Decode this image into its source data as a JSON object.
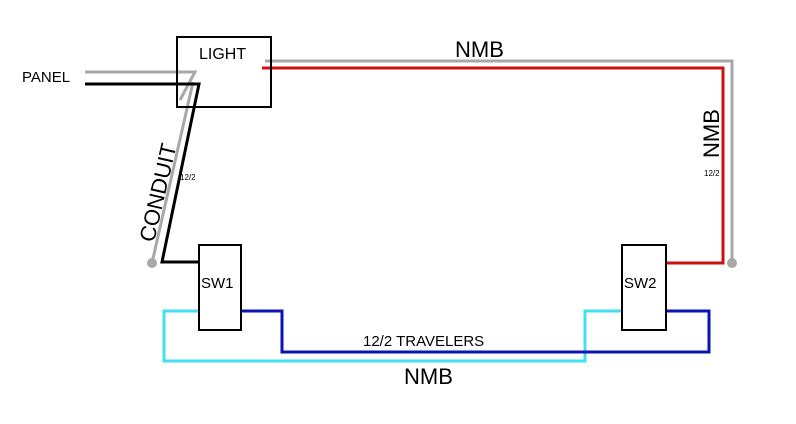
{
  "labels": {
    "panel": "PANEL",
    "light": "LIGHT",
    "sw1": "SW1",
    "sw2": "SW2",
    "nmb_top": "NMB",
    "nmb_right": "NMB",
    "nmb_bottom": "NMB",
    "conduit": "CONDUIT",
    "gauge_left": "12/2",
    "gauge_right": "12/2",
    "travelers": "12/2 TRAVELERS"
  },
  "colors": {
    "background": "#ffffff",
    "black_wire": "#000000",
    "gray_wire": "#a8a8a8",
    "red_wire": "#cc1111",
    "blue_wire": "#0a14b4",
    "cyan_wire": "#40e0f0",
    "box_outline": "#000000"
  }
}
